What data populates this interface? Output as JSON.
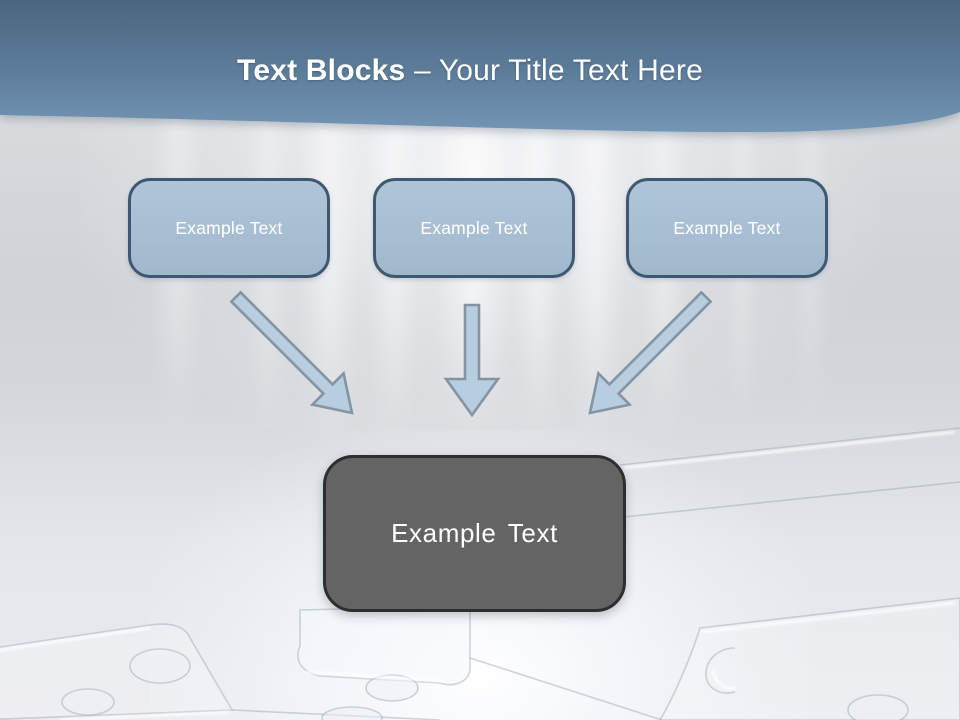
{
  "title": {
    "bold": "Text Blocks",
    "dash_rest": "– Your Title Text Here"
  },
  "blocks": [
    {
      "label": "Example Text"
    },
    {
      "label": "Example Text"
    },
    {
      "label": "Example Text"
    }
  ],
  "result": {
    "label": "Example Text"
  },
  "arrows": [
    {
      "name": "arrow-diagonal-down-right"
    },
    {
      "name": "arrow-down"
    },
    {
      "name": "arrow-diagonal-down-left"
    }
  ],
  "colors": {
    "header_top": "#4b667f",
    "header_bottom": "#7496b4",
    "block_fill": "#a9c0d3",
    "block_border": "#3d5870",
    "block_text": "#ffffff",
    "arrow_fill": "#b7cde0",
    "arrow_border": "#8494a2",
    "result_fill": "#646464",
    "result_border": "#2e2e2e",
    "result_text": "#ffffff",
    "title_text": "#ffffff",
    "background": "#d3d5da"
  }
}
